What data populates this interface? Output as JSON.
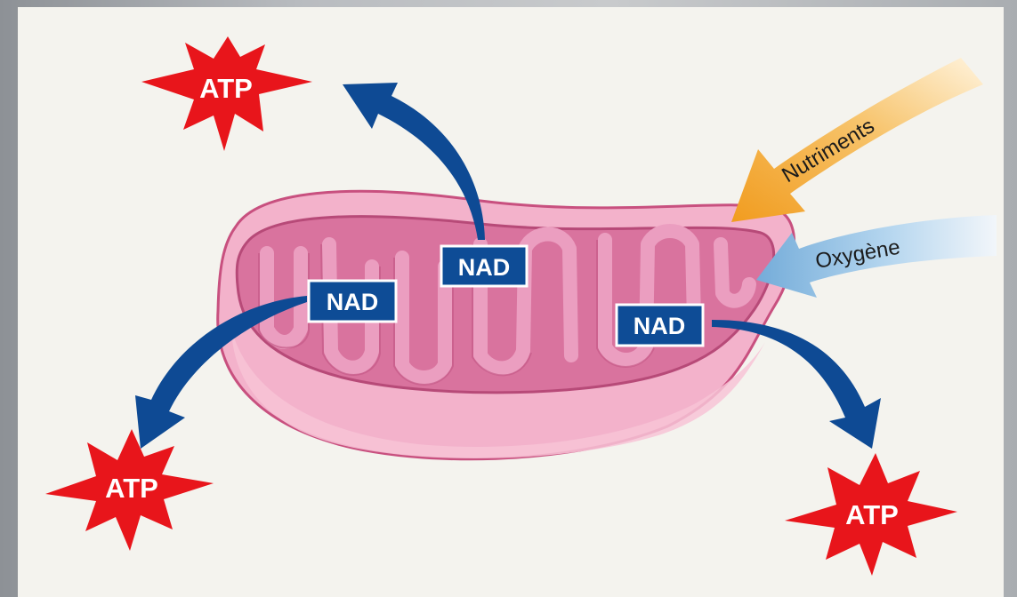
{
  "diagram": {
    "nodes": {
      "nad_center": {
        "label": "NAD"
      },
      "nad_left": {
        "label": "NAD"
      },
      "nad_right": {
        "label": "NAD"
      },
      "atp_top_left": {
        "label": "ATP"
      },
      "atp_bottom_left": {
        "label": "ATP"
      },
      "atp_bottom_right": {
        "label": "ATP"
      }
    },
    "inputs": {
      "nutrients": {
        "label": "Nutriments"
      },
      "oxygen": {
        "label": "Oxygène"
      }
    },
    "colors": {
      "panel": "#f4f3ee",
      "atp_star": "#e8151b",
      "nad_box": "#0e4c96",
      "blue_arrow": "#0e4a94",
      "nutrients_arrow": "#f4a82a",
      "oxygen_arrow": "#7fb7e0",
      "mitochondrion_outer": "#f2a8c4",
      "mitochondrion_inner": "#cf5f8f"
    }
  }
}
